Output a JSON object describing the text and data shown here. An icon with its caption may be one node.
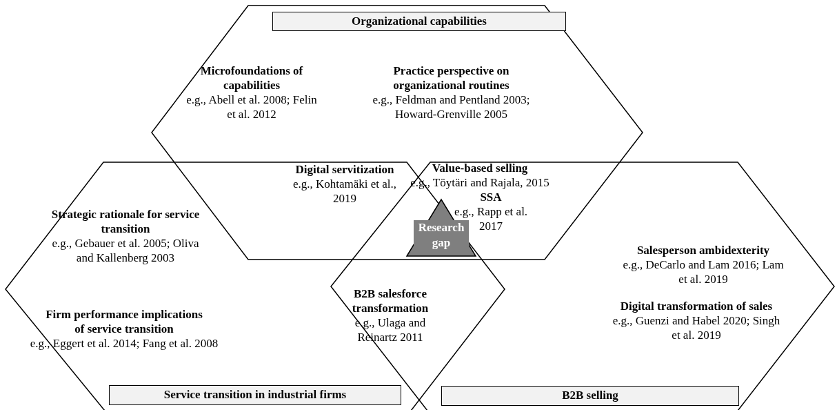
{
  "diagram": {
    "nodes": [
      {
        "text": [
          "Organizational capabilities"
        ]
      },
      {
        "text": [
          "Service transition in industrial firms"
        ]
      },
      {
        "text": [
          "B2B selling"
        ]
      },
      {
        "text": [
          "Microfoundations of capabilities",
          "e.g., Abell et al. 2008; Felin et al. 2012"
        ],
        "in": 0
      },
      {
        "text": [
          "Practice perspective on organizational routines",
          "e.g., Feldman and Pentland 2003; Howard-Grenville 2005"
        ],
        "in": 0
      },
      {
        "text": [
          "Digital servitization",
          "e.g., Kohtamäki et al., 2019"
        ]
      },
      {
        "text": [
          "Value-based selling",
          "e.g., Töytäri and Rajala, 2015"
        ]
      },
      {
        "text": [
          "SSA",
          "e.g., Rapp et al. 2017"
        ]
      },
      {
        "text": [
          "Research gap"
        ]
      },
      {
        "text": [
          "Strategic rationale for service transition",
          "e.g., Gebauer et al. 2005; Oliva and Kallenberg 2003"
        ],
        "in": 1
      },
      {
        "text": [
          "Firm performance implications of service transition",
          "e.g., Eggert et al. 2014; Fang et al. 2008"
        ],
        "in": 1
      },
      {
        "text": [
          "B2B salesforce transformation",
          "e.g., Ulaga and Reinartz 2011"
        ]
      },
      {
        "text": [
          "Salesperson ambidexterity",
          "e.g., DeCarlo and Lam 2016; Lam et al. 2019"
        ],
        "in": 2
      },
      {
        "text": [
          "Digital transformation of sales",
          "e.g., Guenzi and Habel 2020; Singh et al. 2019"
        ],
        "in": 2
      }
    ],
    "edges": []
  }
}
